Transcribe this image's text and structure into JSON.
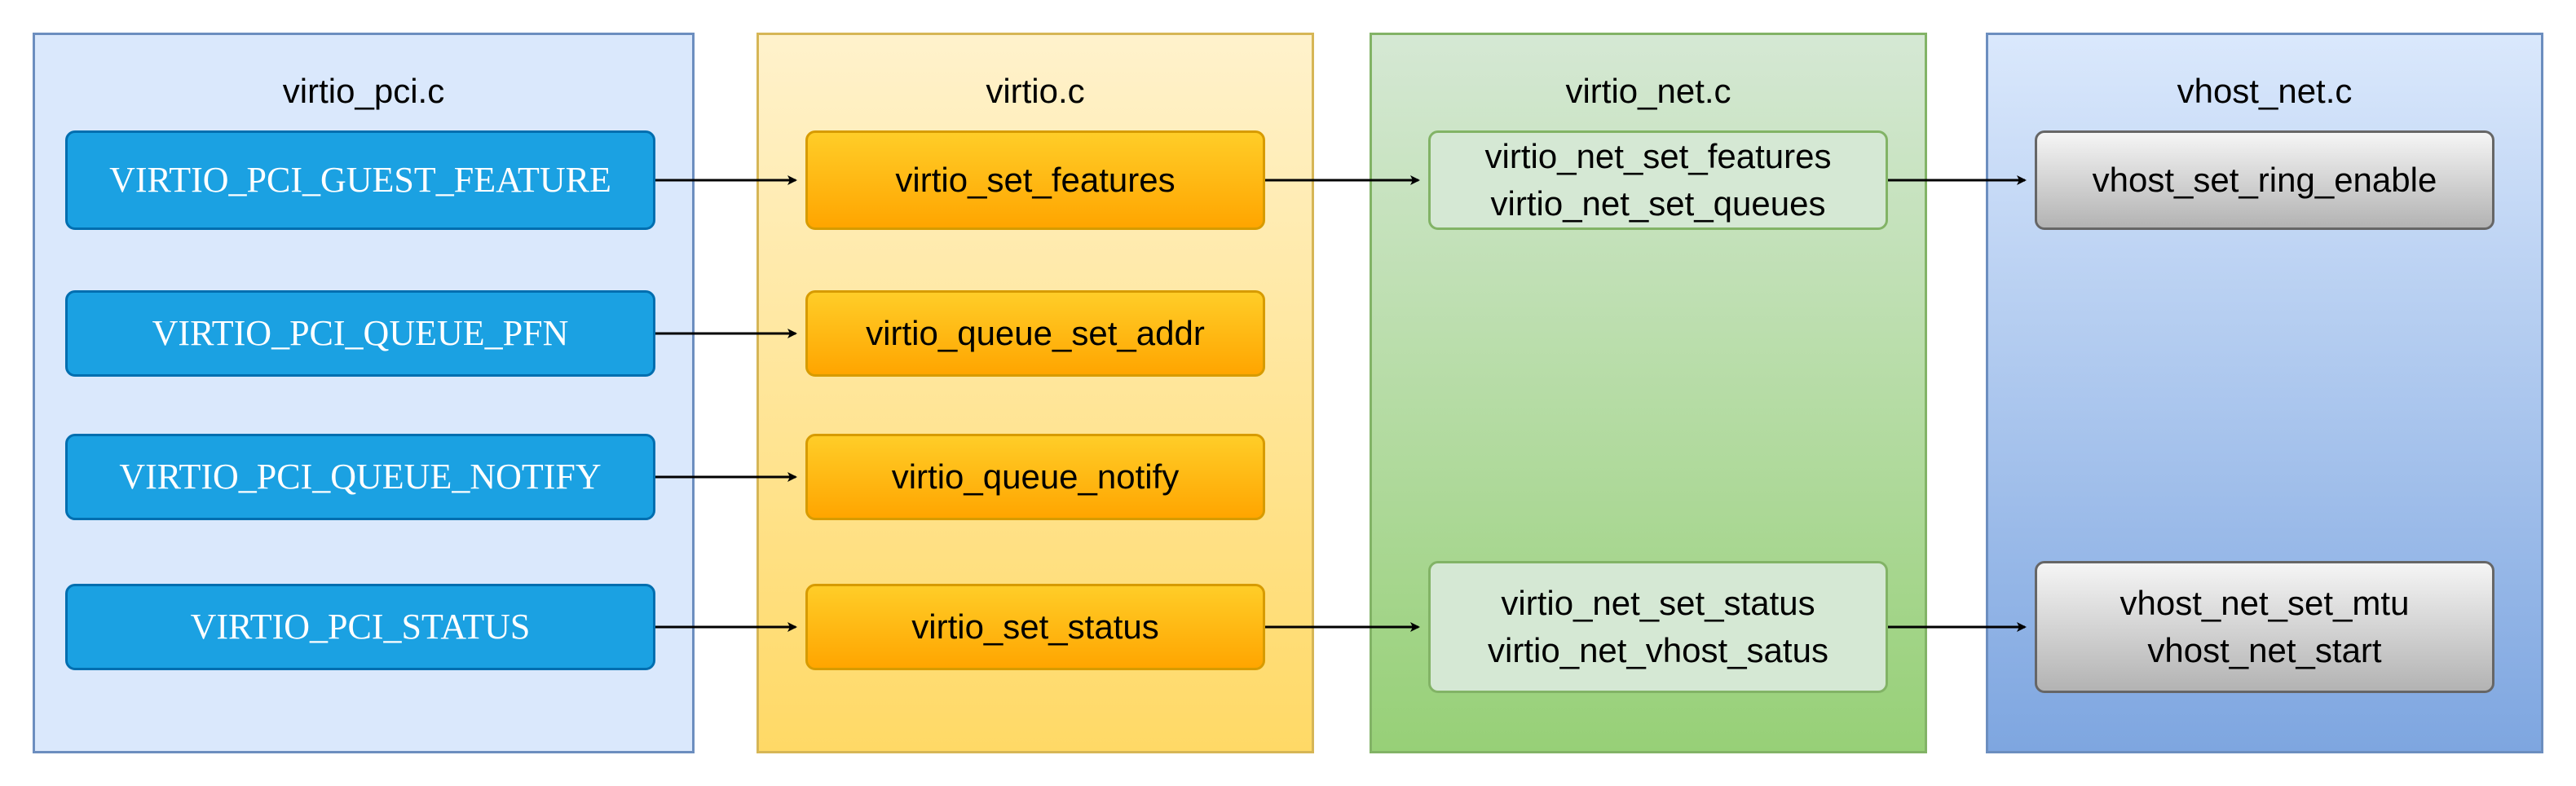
{
  "lanes": {
    "pci": {
      "title": "virtio_pci.c"
    },
    "virtio": {
      "title": "virtio.c"
    },
    "net": {
      "title": "virtio_net.c"
    },
    "vhost": {
      "title": "vhost_net.c"
    }
  },
  "pci_boxes": [
    "VIRTIO_PCI_GUEST_FEATURE",
    "VIRTIO_PCI_QUEUE_PFN",
    "VIRTIO_PCI_QUEUE_NOTIFY",
    "VIRTIO_PCI_STATUS"
  ],
  "virtio_boxes": [
    "virtio_set_features",
    "virtio_queue_set_addr",
    "virtio_queue_notify",
    "virtio_set_status"
  ],
  "net_boxes": [
    {
      "line1": "virtio_net_set_features",
      "line2": "virtio_net_set_queues"
    },
    {
      "line1": "virtio_net_set_status",
      "line2": "virtio_net_vhost_satus"
    }
  ],
  "vhost_boxes": [
    {
      "line1": "vhost_set_ring_enable"
    },
    {
      "line1": "vhost_net_set_mtu",
      "line2": "vhost_net_start"
    }
  ],
  "colors": {
    "pci_lane_fill": "#dae8fc",
    "pci_lane_stroke": "#6c8ebf",
    "virtio_lane_fill": "#fff2cc",
    "virtio_lane_stroke": "#d6b656",
    "net_lane_fill": "#d5e8d4",
    "net_lane_stroke": "#82b366",
    "vhost_lane_fill": "#dae8fc",
    "vhost_lane_stroke": "#6c8ebf",
    "arrow": "#000000"
  }
}
